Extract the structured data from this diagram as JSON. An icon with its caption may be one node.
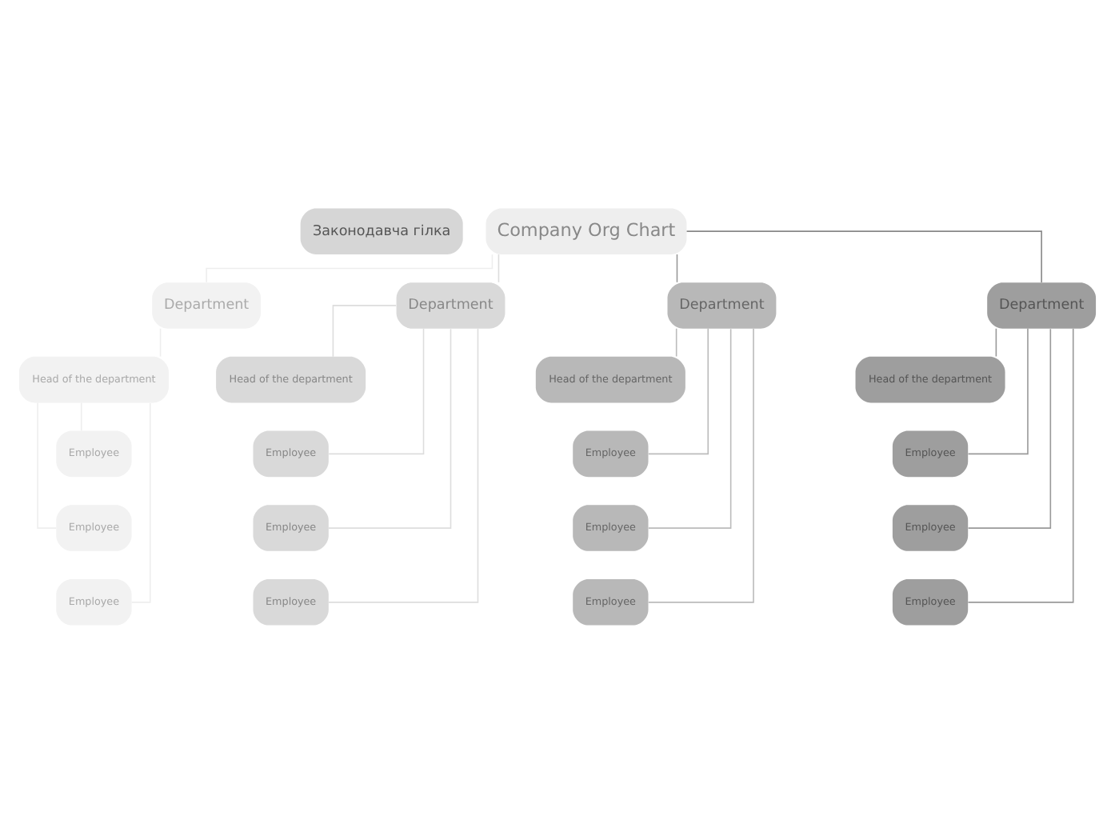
{
  "diagram": {
    "nodes": [
      {
        "text": [
          "Законодавча гілка"
        ]
      },
      {
        "text": [
          "Company Org Chart"
        ]
      },
      {
        "text": [
          "Department"
        ]
      },
      {
        "text": [
          "Head of the department"
        ]
      },
      {
        "text": [
          "Employee"
        ]
      },
      {
        "text": [
          "Employee"
        ]
      },
      {
        "text": [
          "Employee"
        ]
      },
      {
        "text": [
          "Department"
        ]
      },
      {
        "text": [
          "Head of the department"
        ]
      },
      {
        "text": [
          "Employee"
        ]
      },
      {
        "text": [
          "Employee"
        ]
      },
      {
        "text": [
          "Employee"
        ]
      },
      {
        "text": [
          "Department"
        ]
      },
      {
        "text": [
          "Head of the department"
        ]
      },
      {
        "text": [
          "Employee"
        ]
      },
      {
        "text": [
          "Employee"
        ]
      },
      {
        "text": [
          "Employee"
        ]
      },
      {
        "text": [
          "Department"
        ]
      },
      {
        "text": [
          "Head of the department"
        ]
      },
      {
        "text": [
          "Employee"
        ]
      },
      {
        "text": [
          "Employee"
        ]
      },
      {
        "text": [
          "Employee"
        ]
      }
    ],
    "edges": [
      {
        "from": 1,
        "to": 2,
        "arrow": "none",
        "color": "#eeeeee"
      },
      {
        "from": 1,
        "to": 7,
        "arrow": "none",
        "color": "#dddddd"
      },
      {
        "from": 1,
        "to": 12,
        "arrow": "none",
        "color": "#999999"
      },
      {
        "from": 1,
        "to": 17,
        "arrow": "none",
        "color": "#888888"
      },
      {
        "from": 2,
        "to": 3,
        "arrow": "none",
        "color": "#eeeeee"
      },
      {
        "from": 3,
        "to": 4,
        "arrow": "none",
        "color": "#eeeeee"
      },
      {
        "from": 3,
        "to": 5,
        "arrow": "none",
        "color": "#eeeeee"
      },
      {
        "from": 3,
        "to": 6,
        "arrow": "none",
        "color": "#eeeeee"
      },
      {
        "from": 7,
        "to": 8,
        "arrow": "none",
        "color": "#dddddd"
      },
      {
        "from": 7,
        "to": 9,
        "arrow": "none",
        "color": "#dddddd"
      },
      {
        "from": 7,
        "to": 10,
        "arrow": "none",
        "color": "#dddddd"
      },
      {
        "from": 7,
        "to": 11,
        "arrow": "none",
        "color": "#dddddd"
      },
      {
        "from": 12,
        "to": 13,
        "arrow": "none",
        "color": "#bbbbbb"
      },
      {
        "from": 12,
        "to": 14,
        "arrow": "none",
        "color": "#bbbbbb"
      },
      {
        "from": 12,
        "to": 15,
        "arrow": "none",
        "color": "#bbbbbb"
      },
      {
        "from": 12,
        "to": 16,
        "arrow": "none",
        "color": "#bbbbbb"
      },
      {
        "from": 17,
        "to": 18,
        "arrow": "none",
        "color": "#999999"
      },
      {
        "from": 17,
        "to": 19,
        "arrow": "none",
        "color": "#999999"
      },
      {
        "from": 17,
        "to": 20,
        "arrow": "none",
        "color": "#999999"
      },
      {
        "from": 17,
        "to": 21,
        "arrow": "none",
        "color": "#999999"
      }
    ]
  }
}
